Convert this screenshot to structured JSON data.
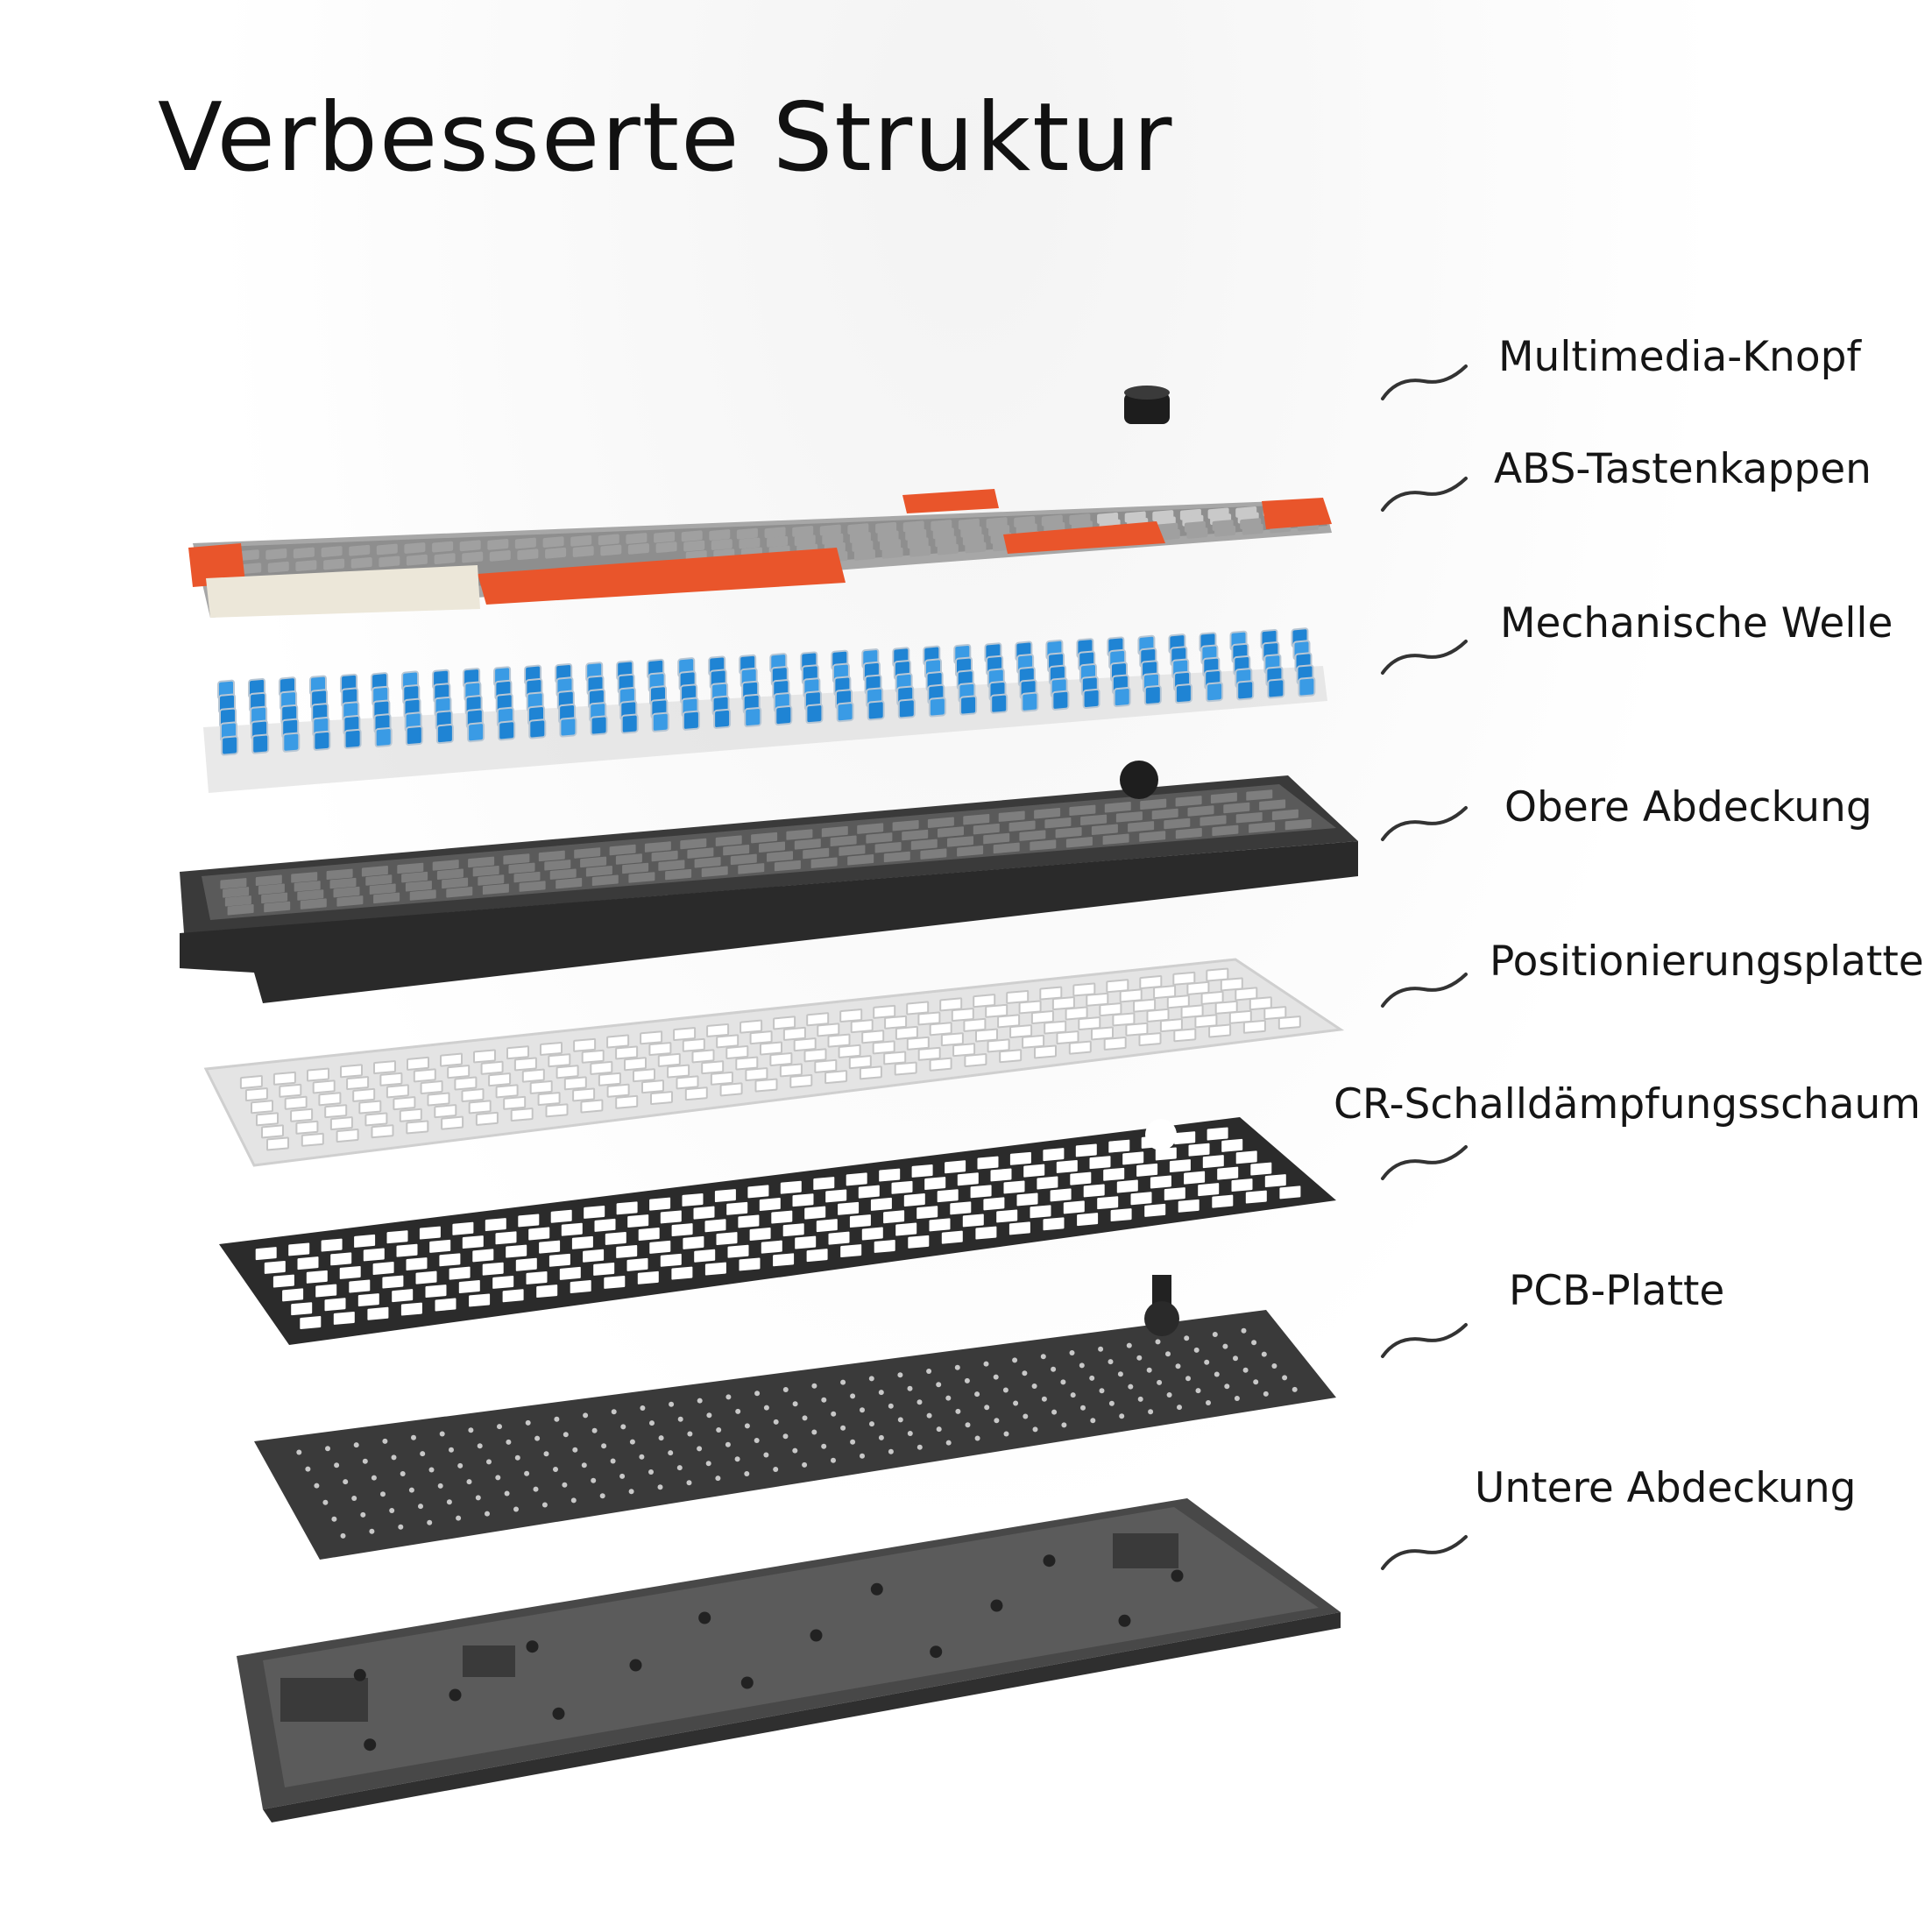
{
  "title": "Verbesserte Struktur",
  "layers": [
    {
      "id": "knob",
      "label": "Multimedia-Knopf"
    },
    {
      "id": "caps",
      "label": "ABS-Tastenkappen"
    },
    {
      "id": "switch",
      "label": "Mechanische Welle"
    },
    {
      "id": "top",
      "label": "Obere Abdeckung"
    },
    {
      "id": "plate",
      "label": "Positionierungsplatte"
    },
    {
      "id": "foam",
      "label": "CR-Schalldämpfungsschaum"
    },
    {
      "id": "pcb",
      "label": "PCB-Platte"
    },
    {
      "id": "bottom",
      "label": "Untere Abdeckung"
    }
  ],
  "colors": {
    "keycap_orange": "#e9552b",
    "keycap_gray": "#8e8e8e",
    "keycap_cream": "#ece7d9",
    "switch_blue": "#1f84d4",
    "case_dark": "#303030",
    "plate_silver": "#e4e4e4",
    "foam_dark": "#2b2b2b",
    "pcb_dark": "#3a3a3a"
  }
}
